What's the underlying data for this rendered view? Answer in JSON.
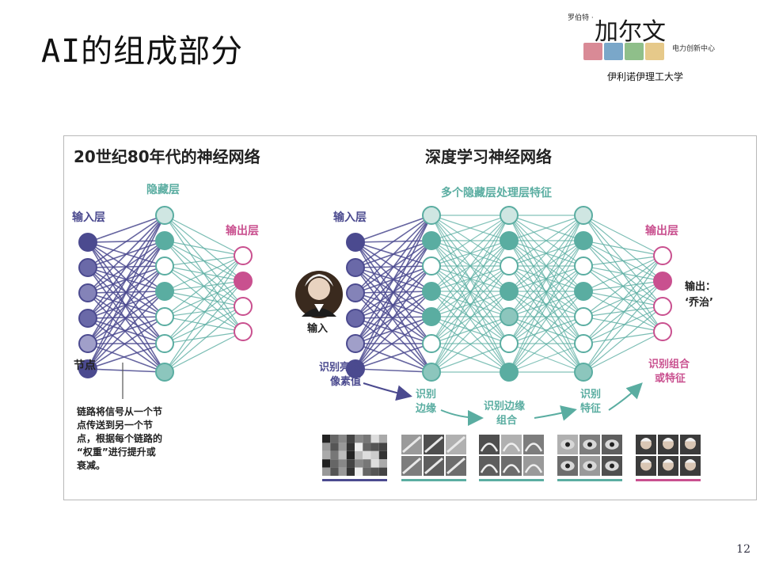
{
  "slide": {
    "title": "AI的组成部分",
    "page_number": "12"
  },
  "logo": {
    "prefix": "罗伯特 ·",
    "name": "加尔文",
    "center": "电力创新中心",
    "university": "伊利诺伊理工大学",
    "tile_colors": [
      "#d98a96",
      "#7aa7c9",
      "#8fbf8a",
      "#e6c98a"
    ]
  },
  "left_net": {
    "title": "20世纪80年代的神经网络",
    "hidden_label": "隐藏层",
    "input_label": "输入层",
    "output_label": "输出层",
    "node_label": "节点",
    "link_note": [
      "链路将信号从一个节",
      "点传送到另一个节",
      "点，根据每个链路的",
      "“权重”进行提升或",
      "衰减。"
    ]
  },
  "right_net": {
    "title": "深度学习神经网络",
    "hidden_label": "多个隐藏层处理层特征",
    "input_label": "输入层",
    "output_label": "输出层",
    "input_caption": "输入",
    "output_caption_1": "输出：",
    "output_caption_2": "‘乔治’",
    "stage_1": [
      "识别亮/暗",
      "像素值"
    ],
    "stage_2": [
      "识别",
      "边缘"
    ],
    "stage_3": [
      "识别边缘",
      "组合"
    ],
    "stage_4": [
      "识别",
      "特征"
    ],
    "stage_5": [
      "识别组合",
      "或特征"
    ]
  },
  "colors": {
    "input": "#4b4a8f",
    "hidden": "#5aada1",
    "output": "#c9508f",
    "panel_border": "#b8b8b8"
  }
}
